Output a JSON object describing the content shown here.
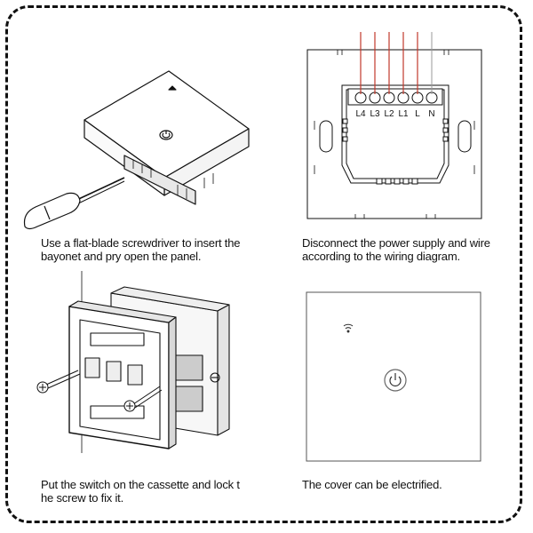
{
  "steps": [
    {
      "lines": [
        "Use a flat-blade screwdriver to insert the",
        "bayonet and pry open the panel."
      ]
    },
    {
      "lines": [
        "Disconnect the power supply and wire",
        "according to the wiring diagram."
      ]
    },
    {
      "lines": [
        "Put the switch on the cassette and lock t",
        "he screw to fix it."
      ]
    },
    {
      "lines": [
        "The cover can be electrified."
      ]
    }
  ],
  "terminals": [
    "L4",
    "L3",
    "L2",
    "L1",
    "L",
    "N"
  ],
  "colors": {
    "wire": "#c0392b",
    "ink": "#111111"
  }
}
